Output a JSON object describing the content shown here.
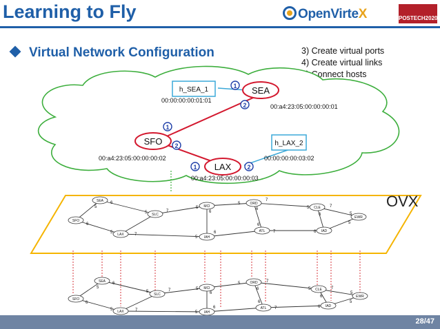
{
  "header": {
    "title": "Learning to Fly",
    "logo_text": "OpenVirte",
    "logo_accent": "X",
    "postech_label": "POSTECH2020"
  },
  "slide": {
    "subtitle": "Virtual Network Configuration",
    "steps": [
      "3) Create virtual ports",
      "4) Create virtual links",
      "5) Connect hosts"
    ],
    "page": "28/47"
  },
  "virtual": {
    "switches": {
      "sea": "SEA",
      "sfo": "SFO",
      "lax": "LAX"
    },
    "hosts": {
      "sea": "h_SEA_1",
      "lax": "h_LAX_2"
    },
    "dpids": {
      "sea": "00:a4:23:05:00:00:00:01",
      "sfo": "00:a4:23:05:00:00:00:02",
      "lax": "00:a4:23:05:00:00:00:03"
    },
    "macs": {
      "h_sea": "00:00:00:00:01:01",
      "h_lax": "00:00:00:00:03:02"
    },
    "ports": {
      "p1": "1",
      "p2": "2"
    }
  },
  "ovx_label": "OVX",
  "topology": {
    "nodes": [
      "SEA",
      "SFO",
      "SLC",
      "LAX",
      "MCI",
      "IAH",
      "ORD",
      "ATL",
      "CLE",
      "IAD",
      "EWR"
    ],
    "link_labels": [
      "5",
      "6",
      "7"
    ]
  },
  "colors": {
    "title_blue": "#1f5fa8",
    "red_link": "#d3182e",
    "green_cloud": "#3cae3c",
    "plane_yellow": "#f5b400",
    "dotted_red": "#d9444a",
    "host_box": "#3aa8d8"
  }
}
